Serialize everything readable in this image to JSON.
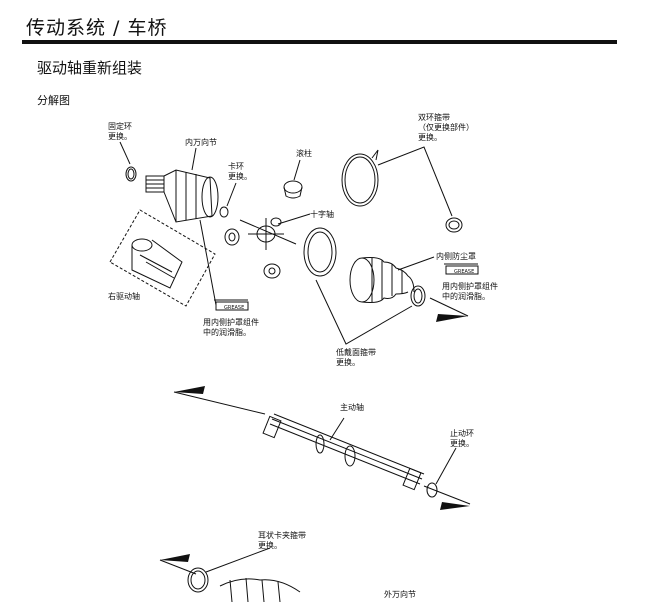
{
  "header": {
    "title": "传动系统 / 车桥"
  },
  "section": {
    "title": "驱动轴重新组装"
  },
  "subsection": {
    "title": "分解图"
  },
  "labels": {
    "retaining_ring": [
      "固定环",
      "更换。"
    ],
    "inboard_joint": "内万向节",
    "circlip": [
      "卡环",
      "更换。"
    ],
    "roller": "滚柱",
    "double_loop_band": [
      "双环箍带",
      "（仅更换部件）",
      "更换。"
    ],
    "spider": "十字轴",
    "inboard_boot": "内侧防尘罩",
    "right_shaft": "右驱动轴",
    "grease_note_right": [
      "用内侧护罩组件",
      "中的润滑脂。"
    ],
    "grease_note_left": [
      "用内侧护罩组件",
      "中的润滑脂。"
    ],
    "low_profile_band": [
      "低戴面箍带",
      "更换。"
    ],
    "main_shaft": "主动轴",
    "stop_ring": [
      "止动环",
      "更换。"
    ],
    "ear_clamp_band": [
      "耳状卡夹箍带",
      "更换。"
    ],
    "outboard_joint": "外万向节"
  },
  "grease_tag": "GREASE"
}
